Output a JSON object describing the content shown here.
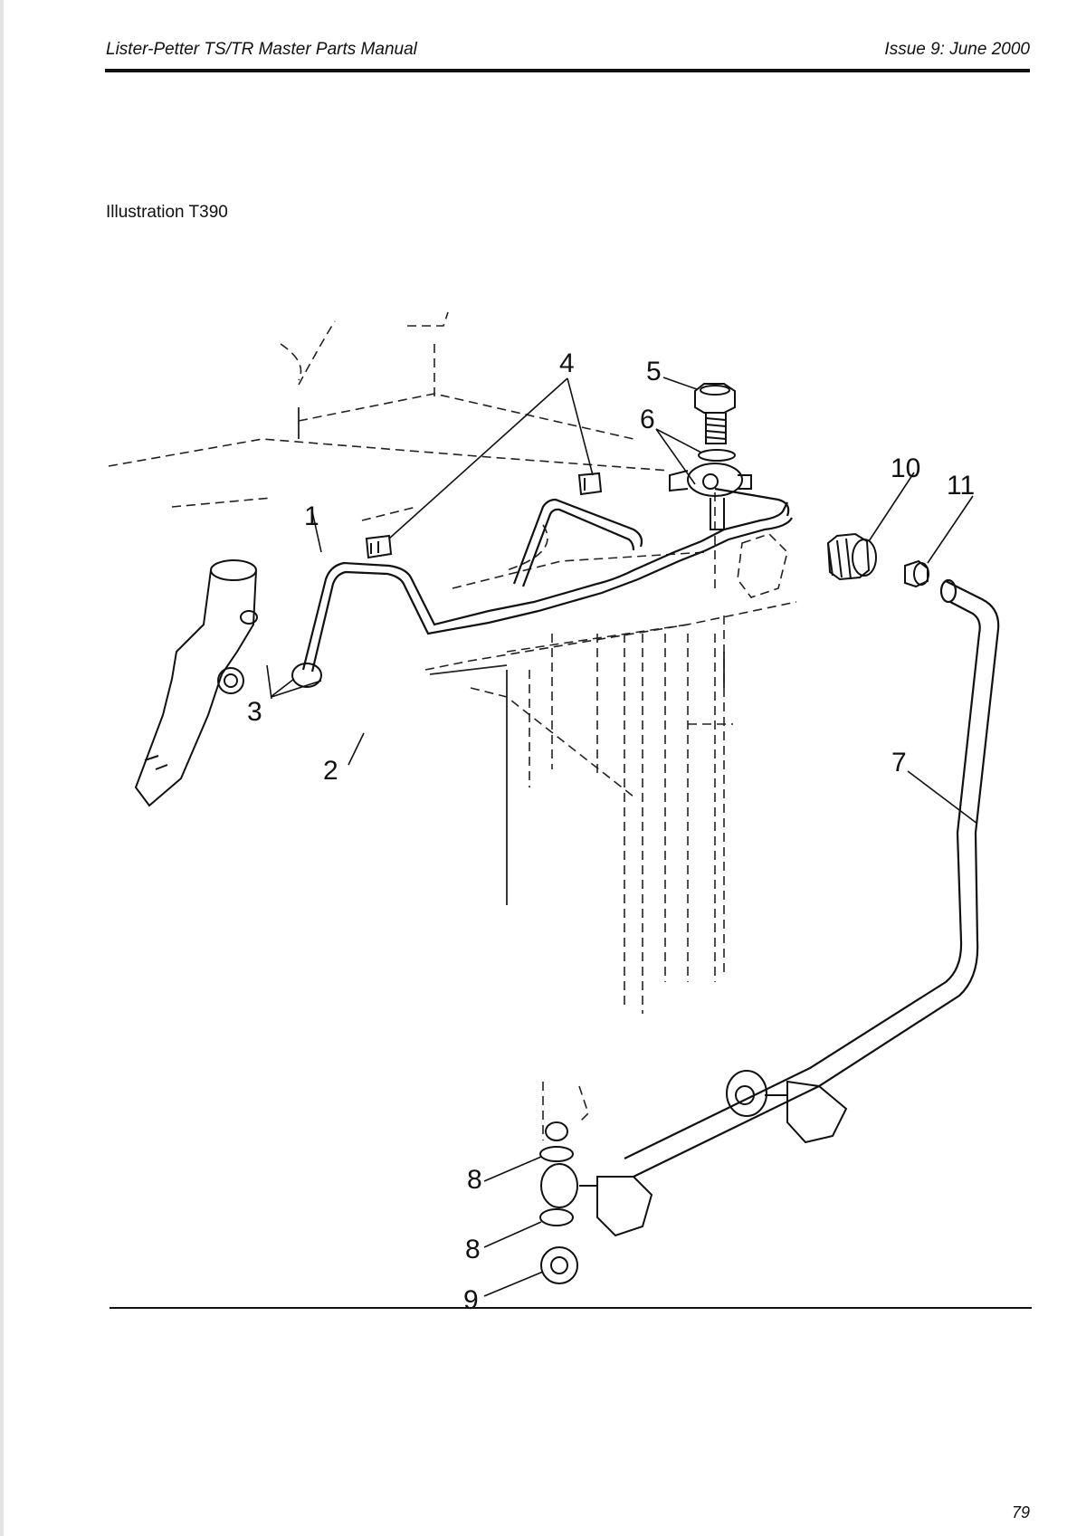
{
  "header": {
    "title": "Lister-Petter TS/TR Master Parts Manual",
    "issue": "Issue 9: June 2000"
  },
  "illustration": {
    "title": "Illustration T390",
    "callouts": {
      "c1": "1",
      "c2": "2",
      "c3": "3",
      "c4": "4",
      "c5": "5",
      "c6": "6",
      "c7": "7",
      "c8a": "8",
      "c8b": "8",
      "c9": "9",
      "c10": "10",
      "c11": "11"
    }
  },
  "footer": {
    "page_number": "79"
  }
}
